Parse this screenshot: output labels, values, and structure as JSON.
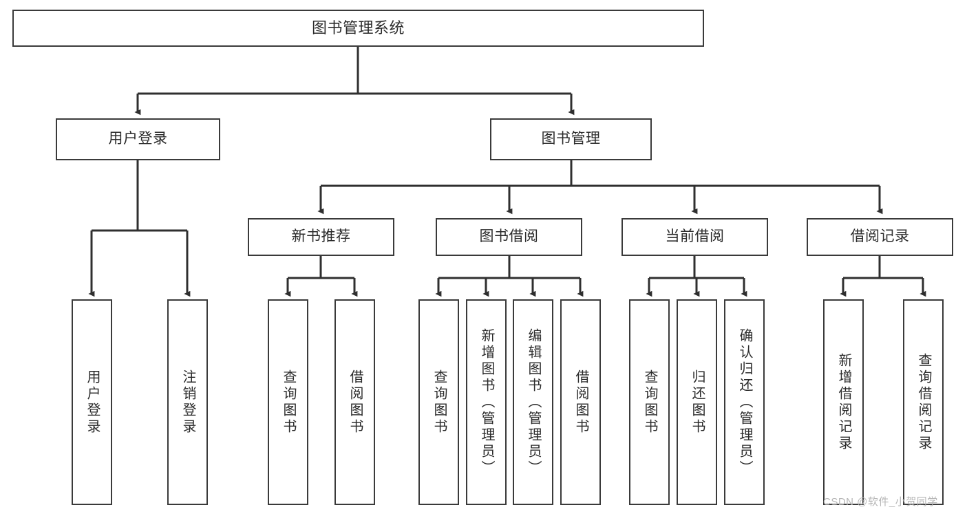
{
  "diagram": {
    "title": "图书管理系统",
    "type": "tree-hierarchy-diagram",
    "colors": {
      "box_border": "#3a3a3a",
      "box_fill": "#ffffff",
      "edge": "#2f2f2f",
      "text": "#2b2b2b",
      "watermark": "#b6b6b6",
      "background": "#ffffff"
    },
    "root": {
      "label": "图书管理系统"
    },
    "level2": [
      {
        "label": "用户登录"
      },
      {
        "label": "图书管理"
      }
    ],
    "level3": [
      {
        "label": "新书推荐"
      },
      {
        "label": "图书借阅"
      },
      {
        "label": "当前借阅"
      },
      {
        "label": "借阅记录"
      }
    ],
    "leaves": {
      "user_login": [
        {
          "label": "用户登录"
        },
        {
          "label": "注销登录"
        }
      ],
      "new_book": [
        {
          "label": "查询图书"
        },
        {
          "label": "借阅图书"
        }
      ],
      "book_borrow": [
        {
          "label": "查询图书"
        },
        {
          "label": "新增图书（管理员）"
        },
        {
          "label": "编辑图书（管理员）"
        },
        {
          "label": "借阅图书"
        }
      ],
      "current_borrow": [
        {
          "label": "查询图书"
        },
        {
          "label": "归还图书"
        },
        {
          "label": "确认归还（管理员）"
        }
      ],
      "borrow_record": [
        {
          "label": "新增借阅记录"
        },
        {
          "label": "查询借阅记录"
        }
      ]
    }
  },
  "watermark": {
    "text": "CSDN @软件_小贺同学"
  }
}
